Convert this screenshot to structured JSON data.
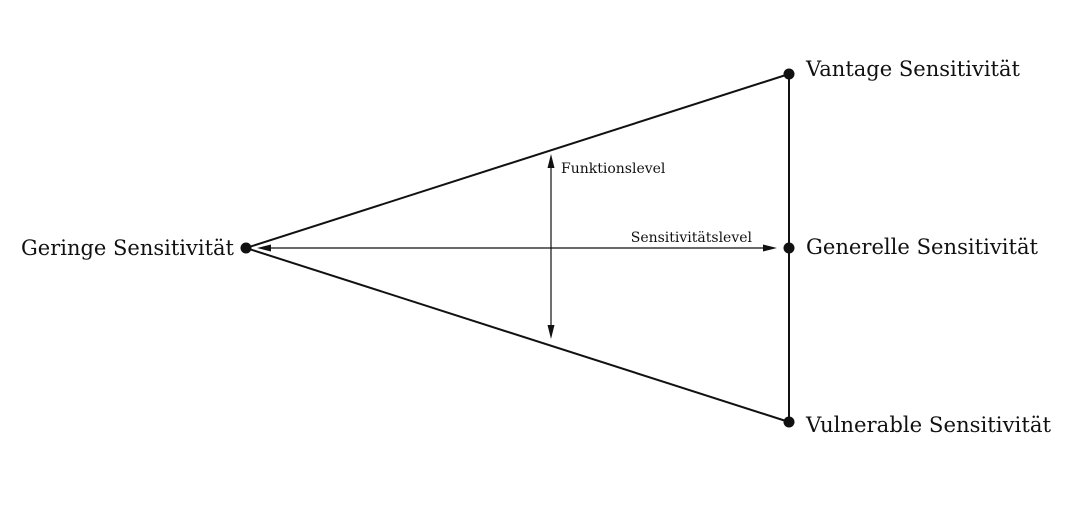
{
  "nodes": {
    "low": {
      "label": "Geringe Sensitivität"
    },
    "vantage": {
      "label": "Vantage Sensitivität"
    },
    "general": {
      "label": "Generelle Sensitivität"
    },
    "vulnerable": {
      "label": "Vulnerable Sensitivität"
    }
  },
  "axes": {
    "function_level": {
      "label": "Funktionslevel"
    },
    "sensitivity_level": {
      "label": "Sensitivitätslevel"
    }
  }
}
